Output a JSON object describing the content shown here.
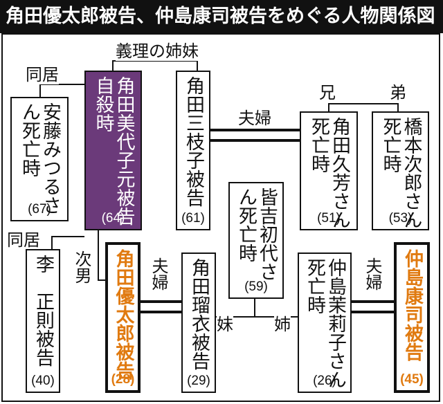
{
  "title": "角田優太郎被告、仲島康司被告をめぐる人物関係図",
  "labels": {
    "giri_shimai": "義理の姉妹",
    "dokyo_top": "同居",
    "dokyo_bottom": "同居",
    "ani": "兄",
    "otouto": "弟",
    "fuufu_top": "夫婦",
    "jinan": "次男",
    "fuufu_left": "夫婦",
    "fuufu_right": "夫婦",
    "imouto": "妹",
    "ane": "姉"
  },
  "people": {
    "ando": {
      "name": "安藤みつるさん死亡時",
      "age": "(67)"
    },
    "miyoko": {
      "name": "角田美代子元被告自殺時",
      "age": "(64)"
    },
    "mieko": {
      "name": "角田三枝子被告",
      "age": "(61)"
    },
    "hisayoshi": {
      "name": "角田久芳さん死亡時",
      "age": "(51)"
    },
    "hashimoto": {
      "name": "橋本次郎さん死亡時",
      "age": "(53)"
    },
    "minayoshi": {
      "name": "皆吉初代さん死亡時",
      "age": "(59)"
    },
    "ri": {
      "name": "李　正則被告",
      "age": "(40)"
    },
    "yutaro": {
      "name": "角田優太郎被告",
      "age": "(28)"
    },
    "rui": {
      "name": "角田瑠衣被告",
      "age": "(29)"
    },
    "mariko": {
      "name": "仲島茉莉子さん死亡時",
      "age": "(26)"
    },
    "koji": {
      "name": "仲島康司被告",
      "age": "(45)"
    }
  },
  "colors": {
    "purple": "#6b3a7a",
    "orange": "#e07a10",
    "title_bg": "#111111"
  }
}
